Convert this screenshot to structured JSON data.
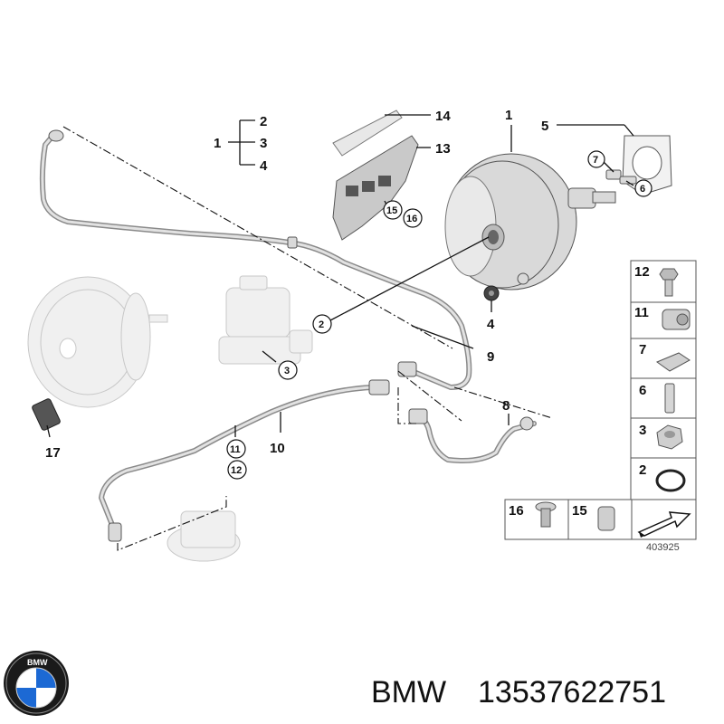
{
  "diagram": {
    "callouts": {
      "c1": "1",
      "c2": "2",
      "c3": "3",
      "c4": "4",
      "c5": "5",
      "c6": "6",
      "c7": "7",
      "c8": "8",
      "c9": "9",
      "c10": "10",
      "c11": "11",
      "c12": "12",
      "c13": "13",
      "c14": "14",
      "c15": "15",
      "c16": "16",
      "c17": "17"
    },
    "tree": {
      "root": "1",
      "a": "2",
      "b": "3",
      "c": "4"
    },
    "legend": [
      {
        "id": "12"
      },
      {
        "id": "11"
      },
      {
        "id": "7"
      },
      {
        "id": "6"
      },
      {
        "id": "3"
      },
      {
        "id": "2"
      },
      {
        "id": "16"
      },
      {
        "id": "15"
      }
    ],
    "diagram_number": "403925"
  },
  "footer": {
    "brand": "BMW",
    "part_number": "13537622751",
    "logo_text": "BMW"
  },
  "colors": {
    "logo_blue": "#1c69d4",
    "logo_ring": "#1a1a1a"
  }
}
